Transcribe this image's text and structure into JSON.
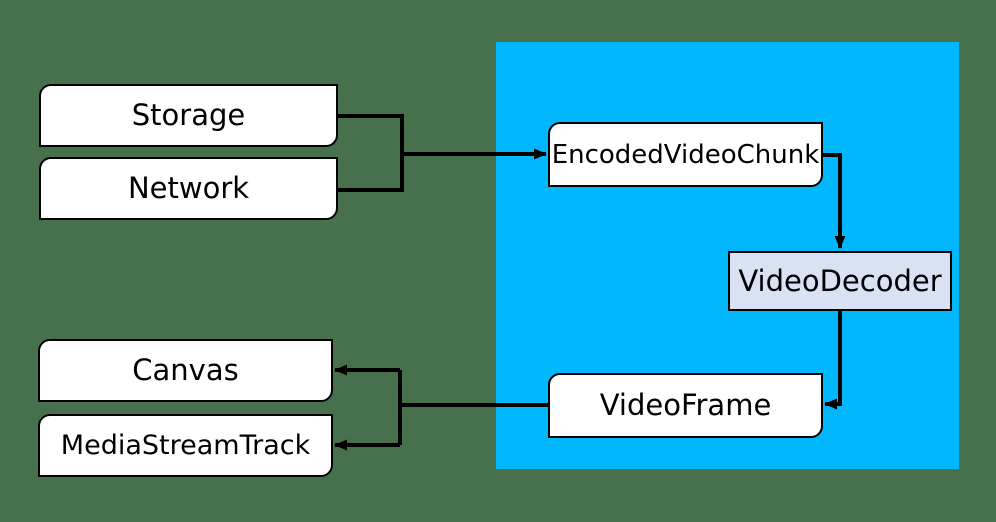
{
  "colors": {
    "background": "#47714D",
    "webcodecs_region": "#00B7FB",
    "node_fill": "#FFFFFF",
    "video_decoder_fill": "#D9E2F3",
    "node_border": "#000000",
    "connector": "#000000",
    "text": "#000000"
  },
  "nodes": {
    "storage": {
      "label": "Storage"
    },
    "network": {
      "label": "Network"
    },
    "encoded_video_chunk": {
      "label": "EncodedVideoChunk"
    },
    "video_decoder": {
      "label": "VideoDecoder"
    },
    "video_frame": {
      "label": "VideoFrame"
    },
    "canvas": {
      "label": "Canvas"
    },
    "media_stream_track": {
      "label": "MediaStreamTrack"
    }
  },
  "edges": [
    {
      "from": "storage",
      "to": "encoded_video_chunk"
    },
    {
      "from": "network",
      "to": "encoded_video_chunk"
    },
    {
      "from": "encoded_video_chunk",
      "to": "video_decoder"
    },
    {
      "from": "video_decoder",
      "to": "video_frame"
    },
    {
      "from": "video_frame",
      "to": "canvas"
    },
    {
      "from": "video_frame",
      "to": "media_stream_track"
    }
  ]
}
